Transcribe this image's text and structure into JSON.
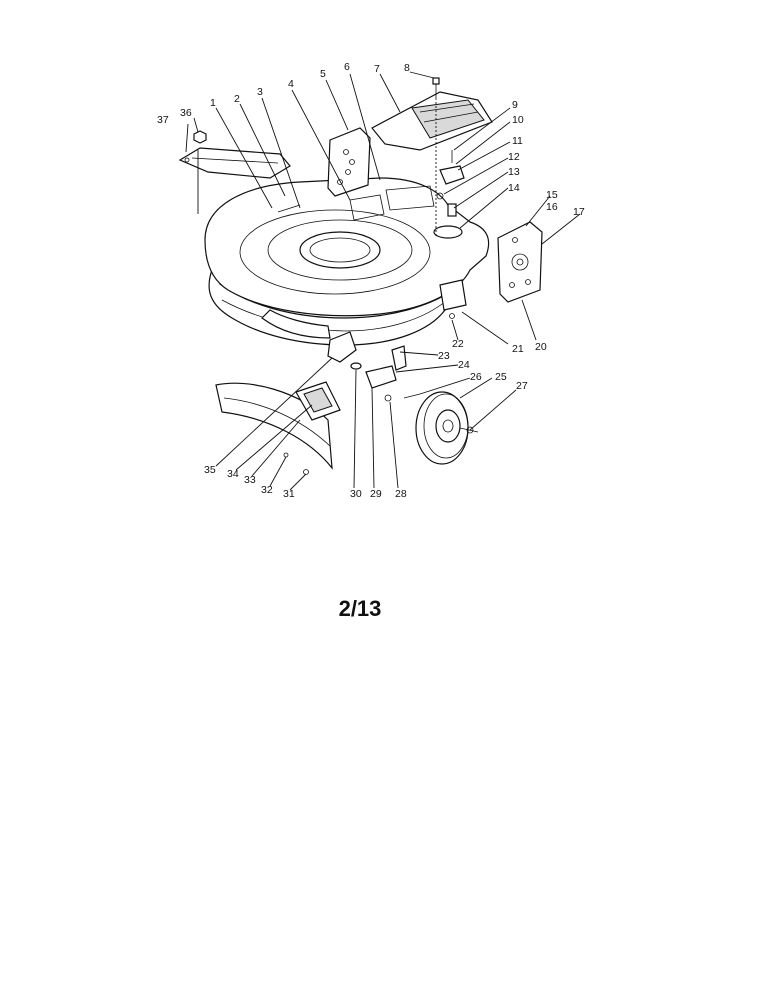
{
  "page_number": "2/13",
  "callouts": [
    "1",
    "2",
    "3",
    "4",
    "5",
    "6",
    "7",
    "8",
    "9",
    "10",
    "11",
    "12",
    "13",
    "14",
    "15",
    "16",
    "17",
    "20",
    "21",
    "22",
    "23",
    "24",
    "25",
    "26",
    "27",
    "28",
    "29",
    "30",
    "31",
    "32",
    "33",
    "34",
    "35",
    "36",
    "37"
  ]
}
